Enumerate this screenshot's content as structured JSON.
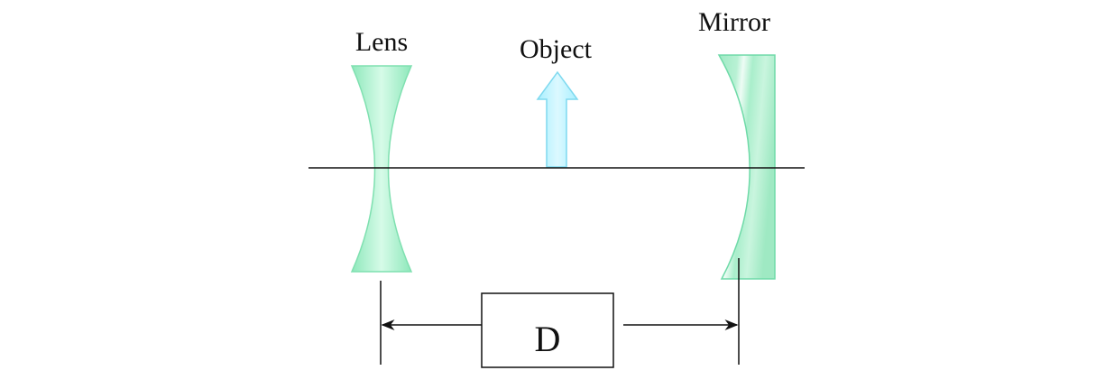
{
  "labels": {
    "lens": "Lens",
    "object": "Object",
    "mirror": "Mirror",
    "distance": "D"
  },
  "colors": {
    "lens_fill": "#b9f5d6",
    "lens_edge": "#7fe0b0",
    "object_fill": "#bff3ff",
    "object_edge": "#7fd9ef",
    "mirror_fill": "#b9f0d4",
    "mirror_stripe": "#e9fbf2",
    "mirror_edge": "#6fdaa8",
    "line": "#111111"
  }
}
